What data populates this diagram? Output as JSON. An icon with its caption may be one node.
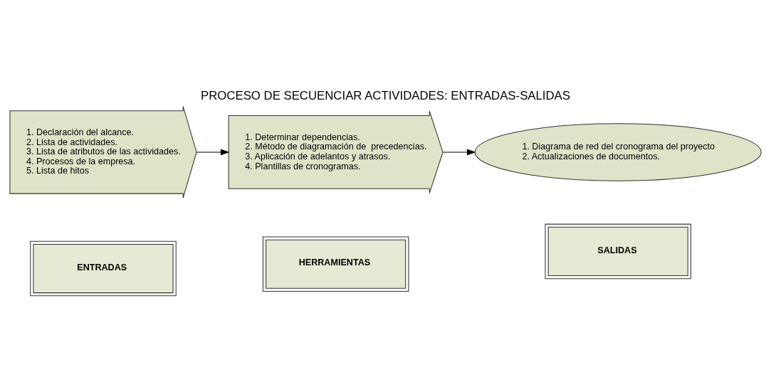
{
  "diagram": {
    "title": "PROCESO DE SECUENCIAR ACTIVIDADES: ENTRADAS-SALIDAS",
    "nodes": [
      {
        "text": [
          "ENTRADAS"
        ]
      },
      {
        "text": [
          "HERRAMIENTAS"
        ]
      },
      {
        "text": [
          "SALIDAS"
        ]
      },
      {
        "text": [
          "1. Declaración del alcance.",
          "2. Lista de actividades.",
          "3. Lista de atributos de las actividades.",
          "4. Procesos de la empresa.",
          "5. Lista de hitos"
        ]
      },
      {
        "text": [
          "1. Determinar dependencias.",
          "2. Método de diagramación de  precedencias.",
          "3. Aplicación de adelantos y atrasos.",
          "4. Plantillas de cronogramas."
        ]
      },
      {
        "text": [
          "1. Diagrama de red del cronograma del proyecto",
          "2. Actualizaciones de documentos."
        ]
      }
    ],
    "edges": [
      {
        "from": 3,
        "to": 4,
        "arrow": "to"
      },
      {
        "from": 4,
        "to": 5,
        "arrow": "to"
      }
    ]
  }
}
